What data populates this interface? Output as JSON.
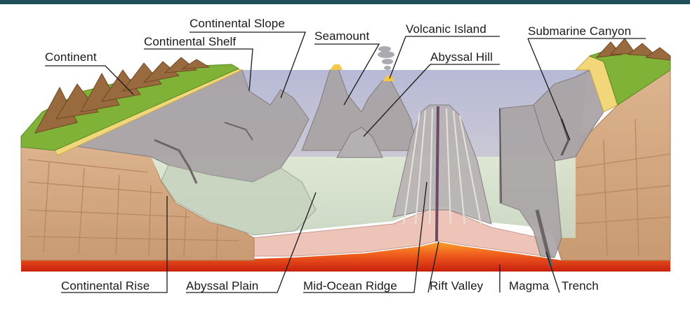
{
  "labels": {
    "continent": "Continent",
    "continental_shelf": "Continental Shelf",
    "continental_slope": "Continental Slope",
    "seamount": "Seamount",
    "volcanic_island": "Volcanic Island",
    "abyssal_hill": "Abyssal Hill",
    "submarine_canyon": "Submarine Canyon",
    "continental_rise": "Continental Rise",
    "abyssal_plain": "Abyssal Plain",
    "mid_ocean_ridge": "Mid-Ocean Ridge",
    "rift_valley": "Rift Valley",
    "magma": "Magma",
    "trench": "Trench"
  },
  "colors": {
    "ocean_top": "#b9bcd6",
    "ocean_deep": "#d6e2cf",
    "rock_gray": "#a9a3a4",
    "sediment_tan": "#d7ae8a",
    "magma_red": "#e2361a",
    "magma_orange": "#f39a2a",
    "mantle_pink": "#efc6bd",
    "grass_green": "#7fb236",
    "beach_yellow": "#f1d77a",
    "mountain_brown": "#9a6a3f"
  }
}
